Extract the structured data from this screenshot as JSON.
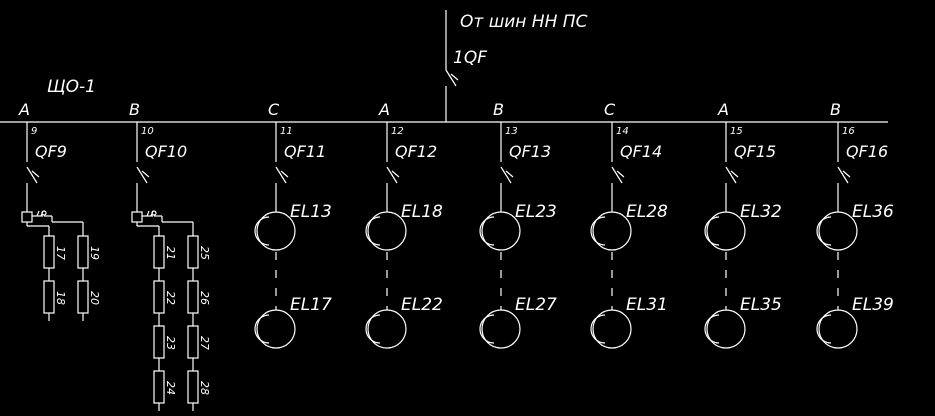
{
  "title": "От шин НН ПС",
  "main_breaker": "1QF",
  "panel": "ЩО-1",
  "feeders": [
    {
      "phase": "A",
      "num": "9",
      "breaker": "QF9",
      "type": "sockets",
      "resistors": [
        [
          "17",
          "18"
        ],
        [
          "19",
          "20"
        ]
      ]
    },
    {
      "phase": "B",
      "num": "10",
      "breaker": "QF10",
      "type": "sockets",
      "resistors": [
        [
          "21",
          "22",
          "23",
          "24"
        ],
        [
          "25",
          "26",
          "27",
          "28"
        ]
      ]
    },
    {
      "phase": "C",
      "num": "11",
      "breaker": "QF11",
      "type": "lamps",
      "lamps": [
        "EL13",
        "EL17"
      ]
    },
    {
      "phase": "A",
      "num": "12",
      "breaker": "QF12",
      "type": "lamps",
      "lamps": [
        "EL18",
        "EL22"
      ]
    },
    {
      "phase": "B",
      "num": "13",
      "breaker": "QF13",
      "type": "lamps",
      "lamps": [
        "EL23",
        "EL27"
      ]
    },
    {
      "phase": "C",
      "num": "14",
      "breaker": "QF14",
      "type": "lamps",
      "lamps": [
        "EL28",
        "EL31"
      ]
    },
    {
      "phase": "A",
      "num": "15",
      "breaker": "QF15",
      "type": "lamps",
      "lamps": [
        "EL32",
        "EL35"
      ]
    },
    {
      "phase": "B",
      "num": "16",
      "breaker": "QF16",
      "type": "lamps",
      "lamps": [
        "EL36",
        "EL39"
      ]
    }
  ]
}
